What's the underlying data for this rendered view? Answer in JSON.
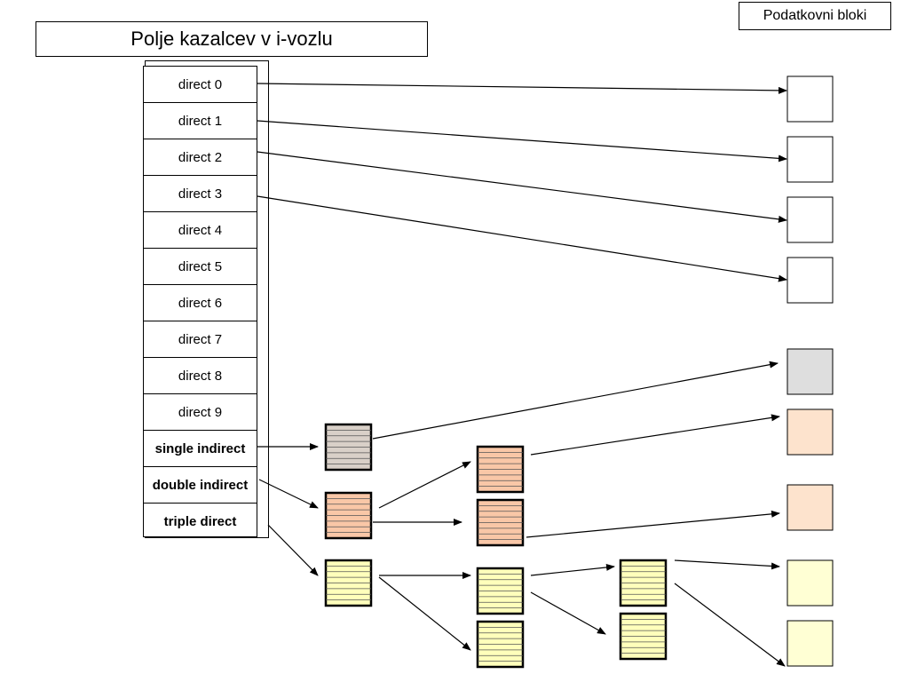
{
  "title": "Polje kazalcev v i-vozlu",
  "legend": "Podatkovni bloki",
  "pointers": [
    {
      "label": "direct 0",
      "bold": false
    },
    {
      "label": "direct 1",
      "bold": false
    },
    {
      "label": "direct 2",
      "bold": false
    },
    {
      "label": "direct 3",
      "bold": false
    },
    {
      "label": "direct 4",
      "bold": false
    },
    {
      "label": "direct 5",
      "bold": false
    },
    {
      "label": "direct 6",
      "bold": false
    },
    {
      "label": "direct 7",
      "bold": false
    },
    {
      "label": "direct 8",
      "bold": false
    },
    {
      "label": "direct 9",
      "bold": false
    },
    {
      "label": "single  indirect",
      "bold": true
    },
    {
      "label": "double indirect",
      "bold": true
    },
    {
      "label": "triple direct",
      "bold": true
    }
  ],
  "colors": {
    "single": "#d9d0c8",
    "double": "#f9c7a7",
    "triple": "#ffffbb",
    "data_plain": "#ffffff",
    "data_single": "#dedede",
    "data_double": "#fde3cd",
    "data_triple": "#ffffd4",
    "stroke": "#000000"
  }
}
